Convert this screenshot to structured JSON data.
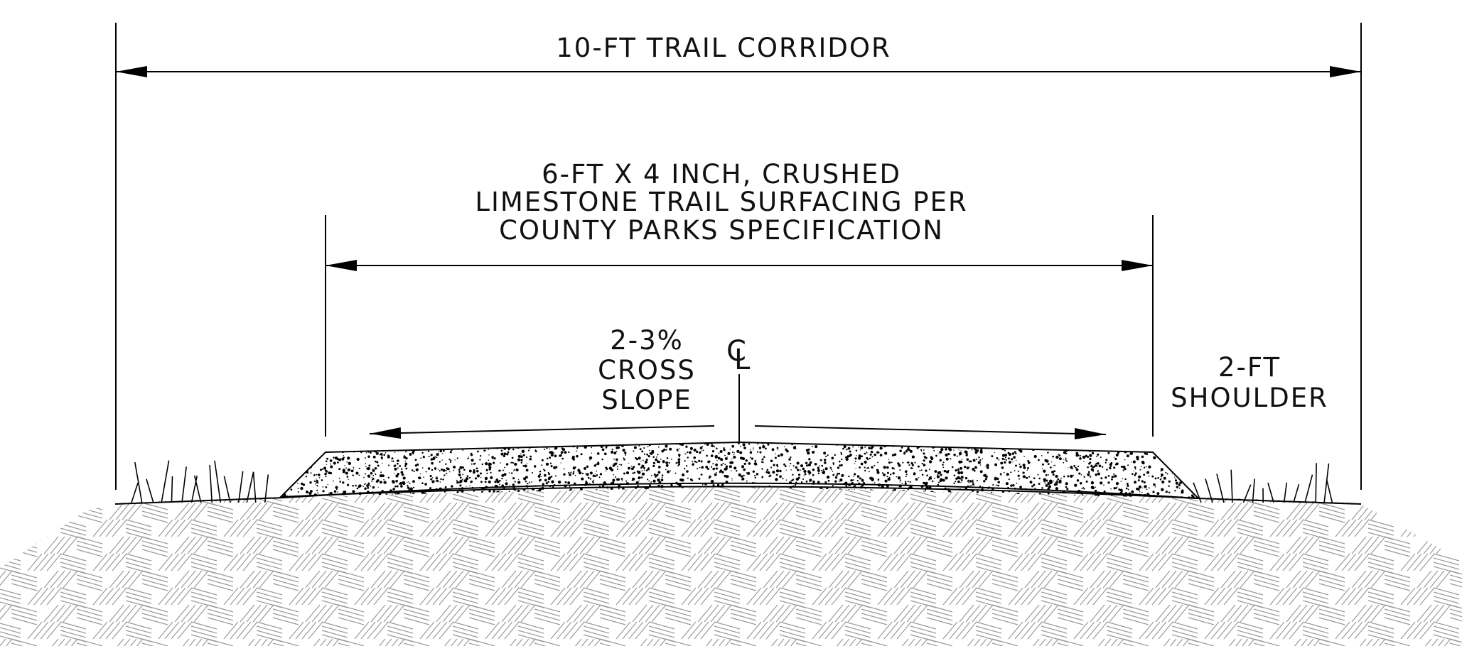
{
  "drawing": {
    "corridor_label": "10-FT TRAIL CORRIDOR",
    "surface_label_lines": [
      "6-FT X 4 INCH, CRUSHED",
      "LIMESTONE TRAIL SURFACING PER",
      "COUNTY PARKS SPECIFICATION"
    ],
    "slope_label_lines": [
      "2-3%",
      "CROSS",
      "SLOPE"
    ],
    "centerline_symbol": "CL",
    "shoulder_label_lines": [
      "2-FT",
      "SHOULDER"
    ]
  }
}
